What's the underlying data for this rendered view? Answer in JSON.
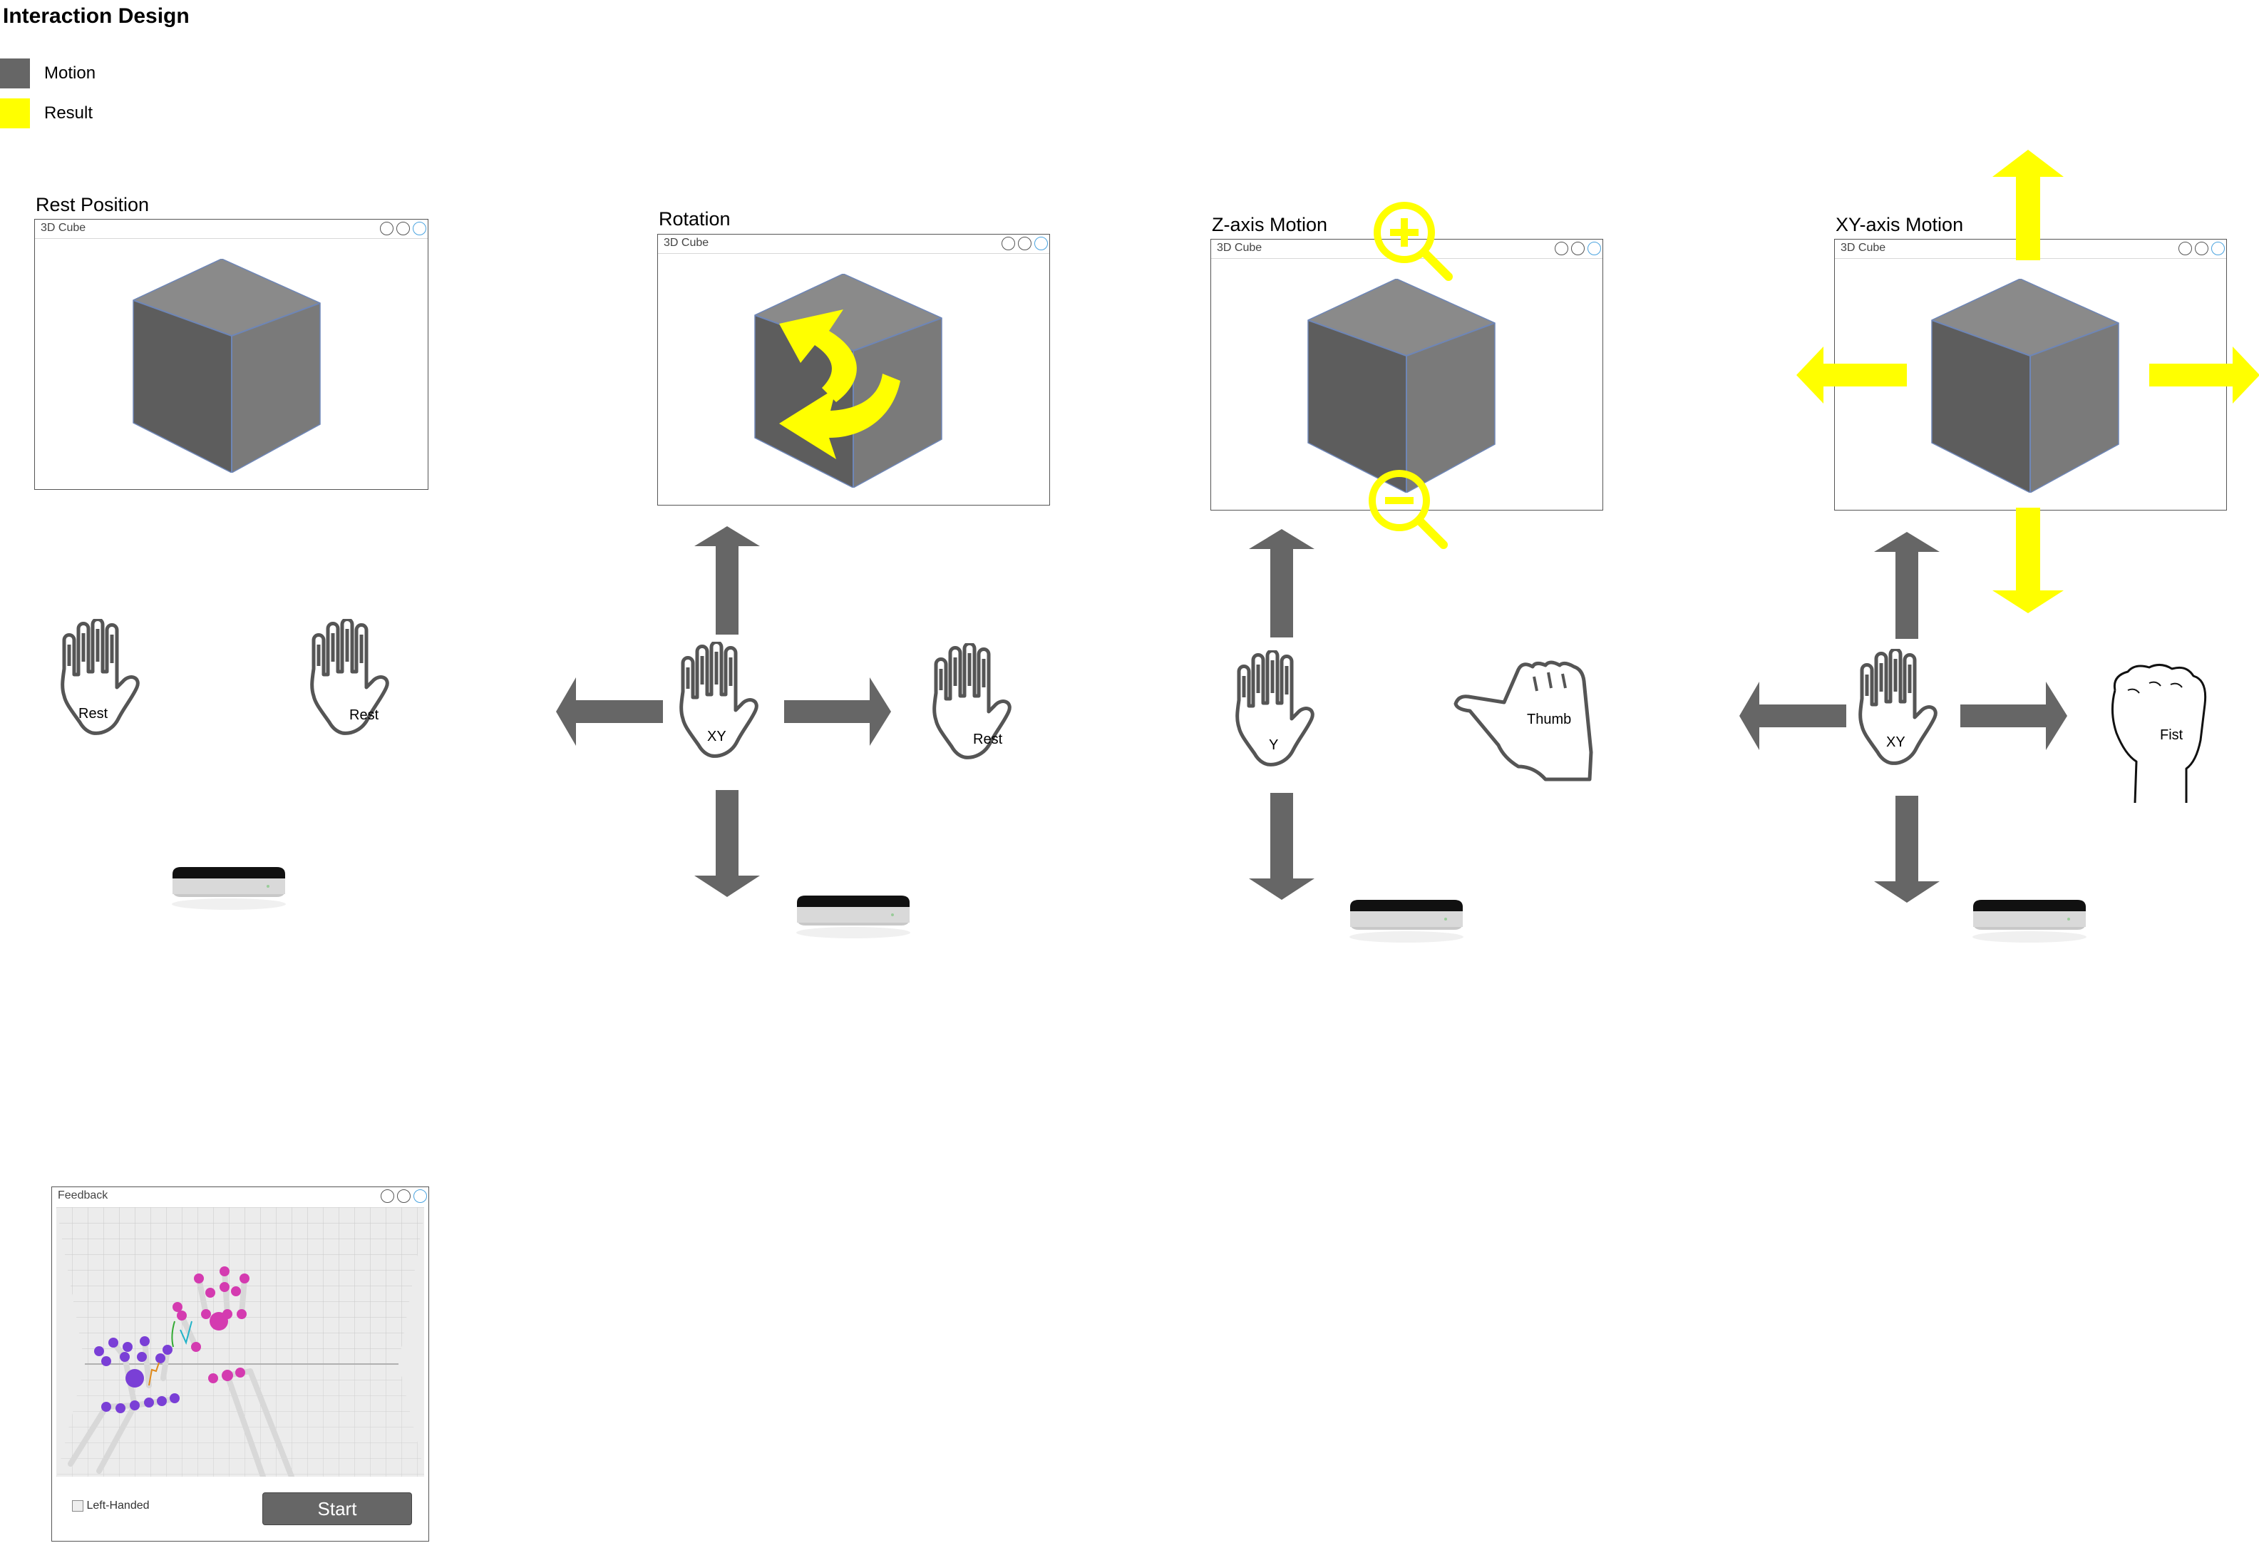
{
  "page": {
    "title": "Interaction Design"
  },
  "legend": [
    {
      "label": "Motion",
      "color": "#666666"
    },
    {
      "label": "Result",
      "color": "#FFFF00"
    }
  ],
  "window_controls": [
    "minimize-icon",
    "maximize-icon",
    "close-icon"
  ],
  "sections": [
    {
      "title": "Rest Position",
      "window_title": "3D Cube",
      "hands": [
        "Rest",
        "Rest"
      ]
    },
    {
      "title": "Rotation",
      "window_title": "3D Cube",
      "hands": [
        "XY",
        "Rest"
      ]
    },
    {
      "title": "Z-axis Motion",
      "window_title": "3D Cube",
      "hands": [
        "Y",
        "Thumb"
      ]
    },
    {
      "title": "XY-axis Motion",
      "window_title": "3D Cube",
      "hands": [
        "XY",
        "Fist"
      ]
    }
  ],
  "feedback": {
    "window_title": "Feedback",
    "checkbox_label": "Left-Handed",
    "start_label": "Start"
  },
  "icons": {
    "zoom_in": "zoom-in-icon",
    "zoom_out": "zoom-out-icon",
    "rotate": "rotate-arrows-icon",
    "sensor": "motion-sensor-device"
  }
}
